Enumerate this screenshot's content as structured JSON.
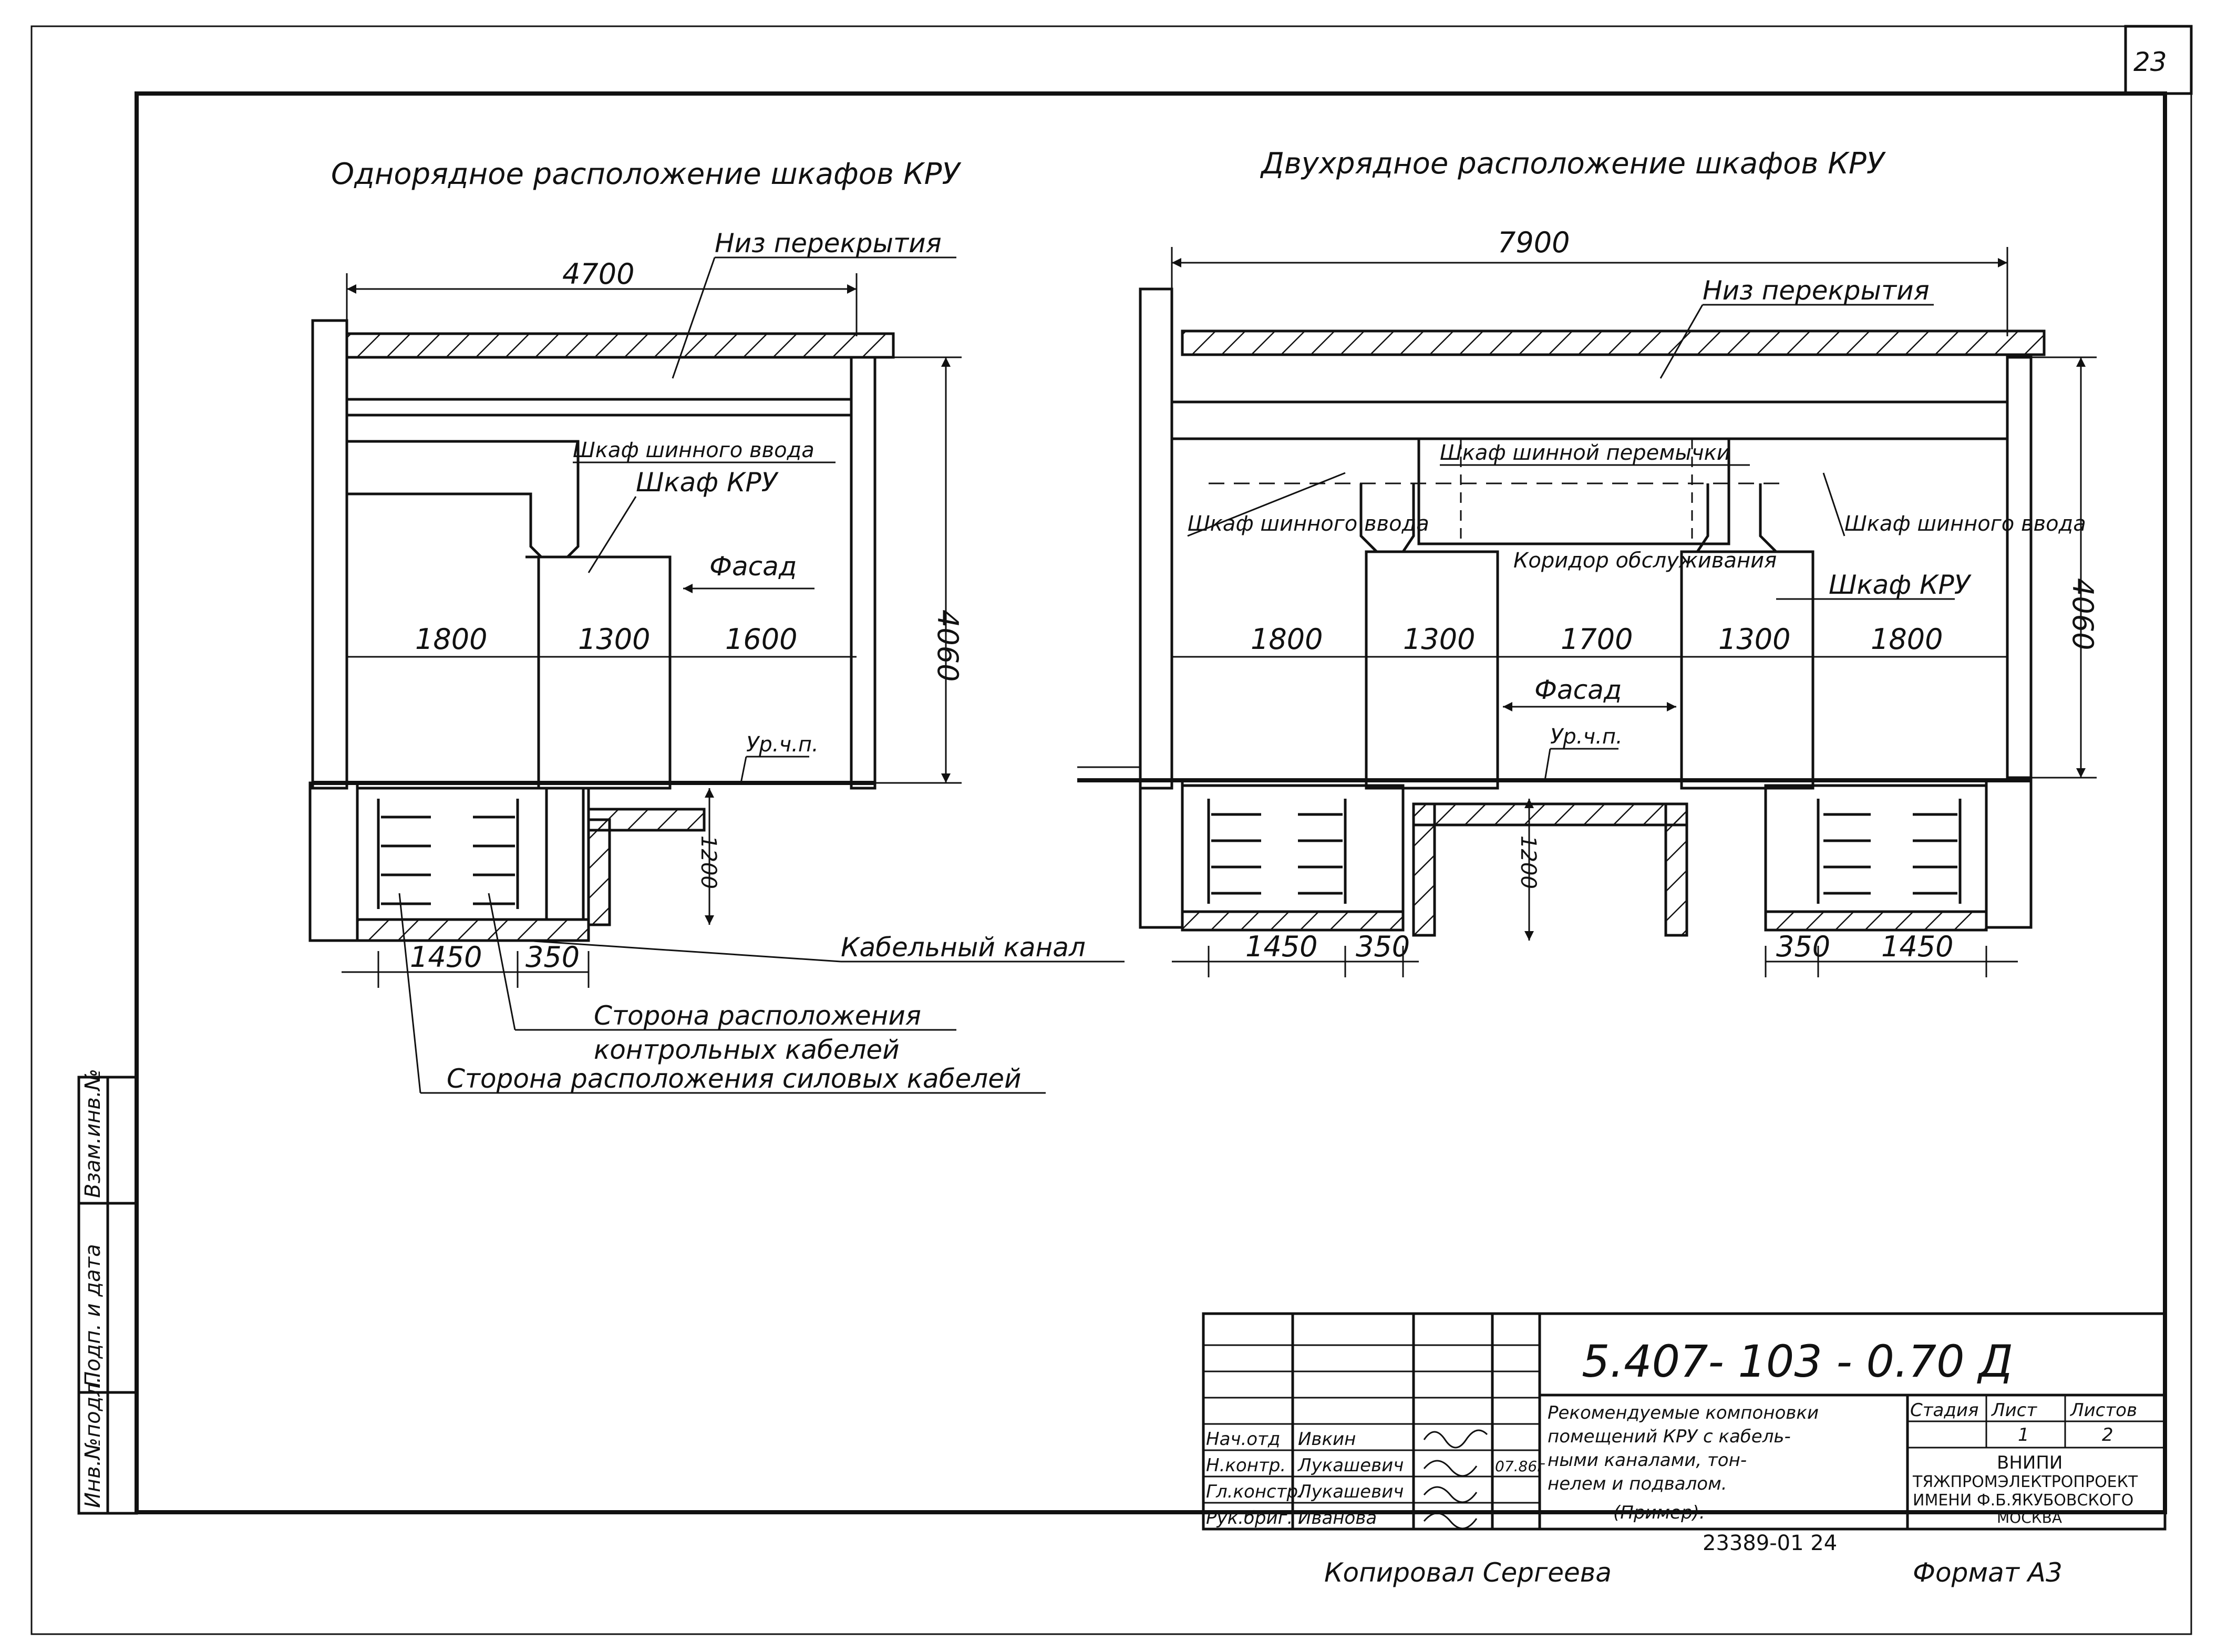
{
  "sheet": {
    "page_number": "23",
    "title_left": "Однорядное расположение шкафов КРУ",
    "title_right": "Двухрядное расположение шкафов КРУ",
    "format_label": "Формат А3",
    "copied_by": "Копировал   Сергеева"
  },
  "left_plan": {
    "width_dim": "4700",
    "height_dim": "4060",
    "ceiling_label": "Низ перекрытия",
    "bus_entry_label": "Шкаф шинного ввода",
    "kru_label": "Шкаф КРУ",
    "facade_label": "Фасад",
    "floor_label": "Ур.ч.п.",
    "dims_row": [
      "1800",
      "1300",
      "1600"
    ],
    "channel_depth": "1200",
    "channel_dims": [
      "1450",
      "350"
    ]
  },
  "right_plan": {
    "width_dim": "7900",
    "height_dim": "4060",
    "ceiling_label": "Низ перекрытия",
    "bus_jumper_label": "Шкаф шинной перемычки",
    "bus_entry_left": "Шкаф шинного ввода",
    "bus_entry_right": "Шкаф шинного ввода",
    "corridor_label": "Коридор обслуживания",
    "kru_label": "Шкаф КРУ",
    "facade_label": "Фасад",
    "floor_label": "Ур.ч.п.",
    "dims_row": [
      "1800",
      "1300",
      "1700",
      "1300",
      "1800"
    ],
    "channel_depth": "1200",
    "channel_dims_left": [
      "1450",
      "350"
    ],
    "channel_dims_right": [
      "350",
      "1450"
    ]
  },
  "notes": {
    "cable_channel": "Кабельный канал",
    "control_side_line1": "Сторона расположения",
    "control_side_line2": "контрольных кабелей",
    "power_side": "Сторона расположения силовых кабелей"
  },
  "margin_stamp": [
    "Инв.№подл.",
    "Подп. и дата",
    "Взам.инв.№"
  ],
  "title_block": {
    "doc_code": "5.407- 103  - 0.70 Д",
    "description": [
      "Рекомендуемые компоновки",
      "помещений КРУ с кабель-",
      "ными каналами, тон-",
      "нелем и подвалом.",
      "(Пример)."
    ],
    "stage_header": "Стадия",
    "sheet_header": "Лист",
    "sheets_header": "Листов",
    "sheet_no": "1",
    "sheets_total": "2",
    "org": [
      "ВНИПИ",
      "ТЯЖПРОМЭЛЕКТРОПРОЕКТ",
      "ИМЕНИ Ф.Б.ЯКУБОВСКОГО",
      "МОСКВА"
    ],
    "roles": [
      "Нач.отд",
      "Н.контр.",
      "Гл.констр.",
      "Рук.бриг."
    ],
    "names": [
      "Ивкин",
      "Лукашевич",
      "Лукашевич",
      "Иванова"
    ],
    "date": "07.86г",
    "inventory": "23389-01     24"
  }
}
